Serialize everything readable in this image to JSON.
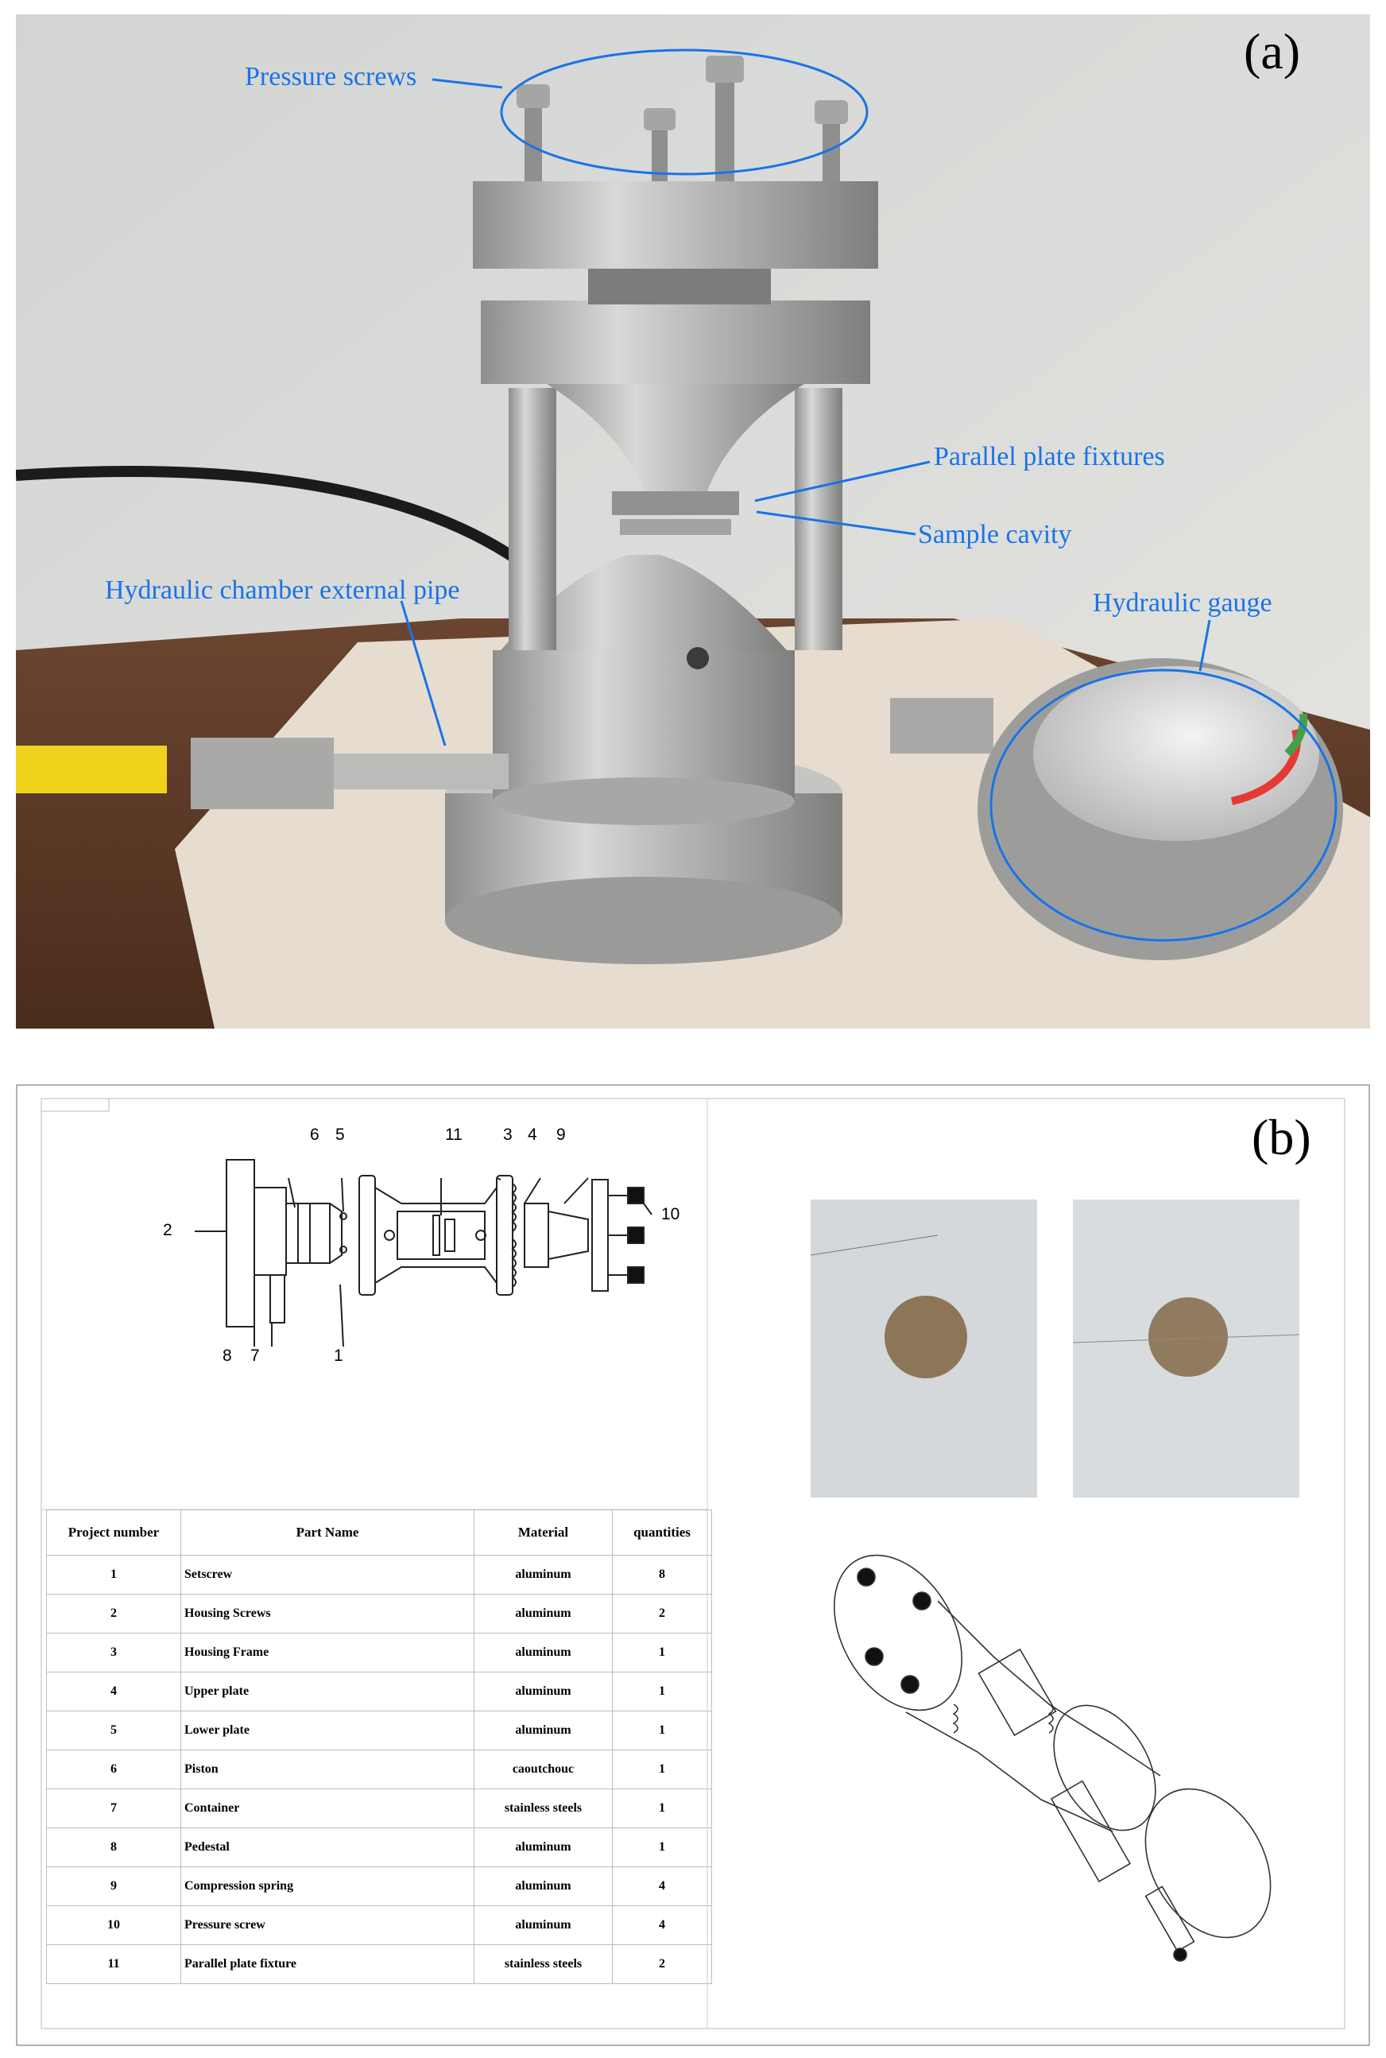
{
  "panel_a": {
    "tag": "(a)",
    "labels": {
      "pressure_screws": "Pressure screws",
      "parallel_plate_fixtures": "Parallel plate fixtures",
      "sample_cavity": "Sample cavity",
      "hydraulic_pipe": "Hydraulic chamber external pipe",
      "hydraulic_gauge": "Hydraulic gauge"
    },
    "colors": {
      "annotation": "#1a73e8",
      "wall": "#d9dad6",
      "table": "#5a3a26",
      "metal": "#b8b9b7"
    }
  },
  "panel_b": {
    "tag": "(b)",
    "drawing_numbers": [
      "6",
      "5",
      "11",
      "3",
      "4",
      "9",
      "10",
      "2",
      "8",
      "7",
      "1"
    ],
    "table": {
      "headers": [
        "Project number",
        "Part Name",
        "Material",
        "quantities"
      ],
      "rows": [
        {
          "n": "1",
          "name": "Setscrew",
          "material": "aluminum",
          "qty": "8"
        },
        {
          "n": "2",
          "name": "Housing Screws",
          "material": "aluminum",
          "qty": "2"
        },
        {
          "n": "3",
          "name": "Housing Frame",
          "material": "aluminum",
          "qty": "1"
        },
        {
          "n": "4",
          "name": "Upper plate",
          "material": "aluminum",
          "qty": "1"
        },
        {
          "n": "5",
          "name": "Lower plate",
          "material": "aluminum",
          "qty": "1"
        },
        {
          "n": "6",
          "name": "Piston",
          "material": "caoutchouc",
          "qty": "1"
        },
        {
          "n": "7",
          "name": "Container",
          "material": "stainless steels",
          "qty": "1"
        },
        {
          "n": "8",
          "name": "Pedestal",
          "material": "aluminum",
          "qty": "1"
        },
        {
          "n": "9",
          "name": "Compression spring",
          "material": "aluminum",
          "qty": "4"
        },
        {
          "n": "10",
          "name": "Pressure screw",
          "material": "aluminum",
          "qty": "4"
        },
        {
          "n": "11",
          "name": "Parallel plate fixture",
          "material": "stainless steels",
          "qty": "2"
        }
      ]
    }
  }
}
